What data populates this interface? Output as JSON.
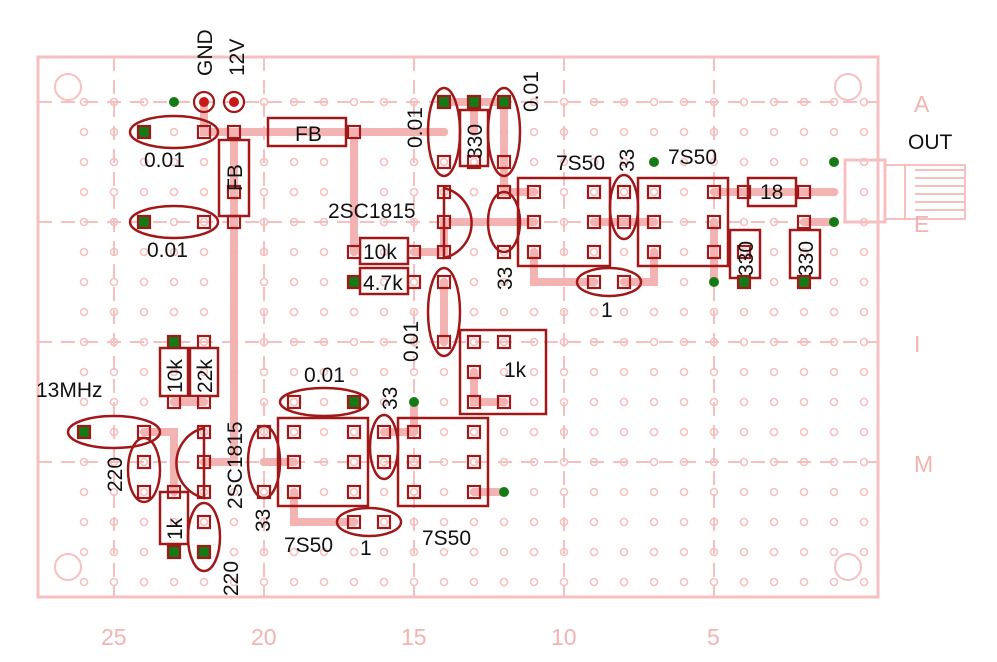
{
  "power": {
    "gnd_label": "GND",
    "v12_label": "12V",
    "out_label": "OUT"
  },
  "rows": {
    "a": "A",
    "e": "E",
    "i": "I",
    "m": "M"
  },
  "columns": {
    "c25": "25",
    "c20": "20",
    "c15": "15",
    "c10": "10",
    "c5": "5"
  },
  "components": {
    "fb_top": "FB",
    "fb_left": "FB",
    "cap_001_upper_left": "0.01",
    "cap_001_lower_left": "0.01",
    "cap_001_top_a": "0.01",
    "cap_001_top_b": "0.01",
    "cap_001_mid": "0.01",
    "cap_001_bottom": "0.01",
    "res_330_top": "330",
    "res_330_right_a": "330",
    "res_330_right_b": "330",
    "trans_2sc1815_top": "2SC1815",
    "trans_2sc1815_bottom": "2SC1815",
    "res_10k_mid": "10k",
    "res_4_7k": "4.7k",
    "res_10k_left": "10k",
    "res_22k": "22k",
    "res_1k_mid": "1k",
    "res_1k_bottom": "1k",
    "ic_7s50_top_left": "7S50",
    "ic_7s50_top_right": "7S50",
    "ic_7s50_bottom_left": "7S50",
    "ic_7s50_bottom_right": "7S50",
    "cap_33_top_a": "33",
    "cap_33_top_b": "33",
    "cap_33_bottom_a": "33",
    "cap_33_bottom_b": "33",
    "res_1_top": "1",
    "res_1_bottom": "1",
    "res_18": "18",
    "crystal": "13MHz",
    "cap_220_a": "220",
    "cap_220_b": "220"
  },
  "colors": {
    "board": "#f6c0c0",
    "part": "#a01818",
    "trace": "#f3b3b3",
    "pad_green": "#157a15",
    "pad_red": "#c81818"
  }
}
